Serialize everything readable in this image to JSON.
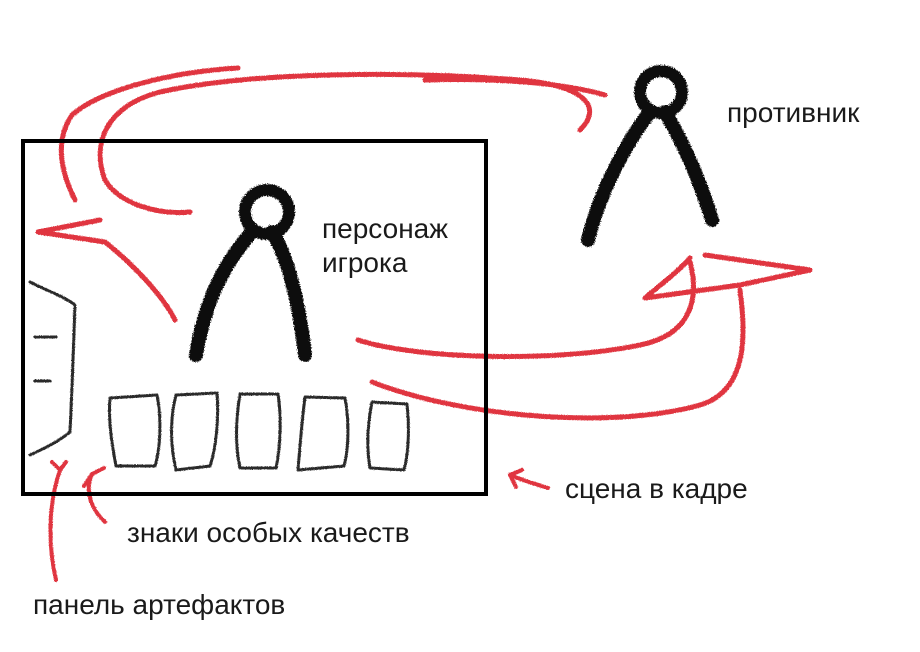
{
  "labels": {
    "player_character": "персонаж\nигрока",
    "enemy": "противник",
    "scene_in_frame": "сцена в кадре",
    "special_traits": "знаки особых качеств",
    "artifacts_panel": "панель артефактов"
  },
  "colors": {
    "arrow": "#e0353f",
    "figure": "#111111",
    "frame": "#000000",
    "slot": "#2a2a2a"
  }
}
